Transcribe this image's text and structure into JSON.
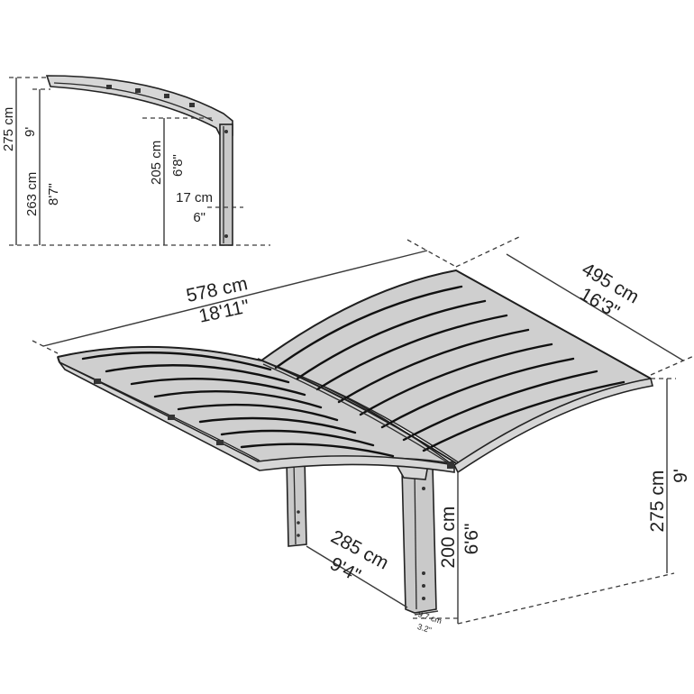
{
  "profile": {
    "overall_height": {
      "metric": "275 cm",
      "imperial": "9'"
    },
    "eave_height": {
      "metric": "263 cm",
      "imperial": "8'7\""
    },
    "clearance_height": {
      "metric": "205 cm",
      "imperial": "6'8\""
    },
    "post_width": {
      "metric": "17 cm",
      "imperial": "6\""
    }
  },
  "main": {
    "length": {
      "metric": "578 cm",
      "imperial": "18'11\""
    },
    "width": {
      "metric": "495 cm",
      "imperial": "16'3\""
    },
    "total_height": {
      "metric": "275 cm",
      "imperial": "9'"
    },
    "post_height": {
      "metric": "200 cm",
      "imperial": "6'6\""
    },
    "post_spacing": {
      "metric": "285 cm",
      "imperial": "9'4\""
    },
    "post_base": {
      "metric": "9.7 cm",
      "imperial": "3.2\""
    }
  }
}
